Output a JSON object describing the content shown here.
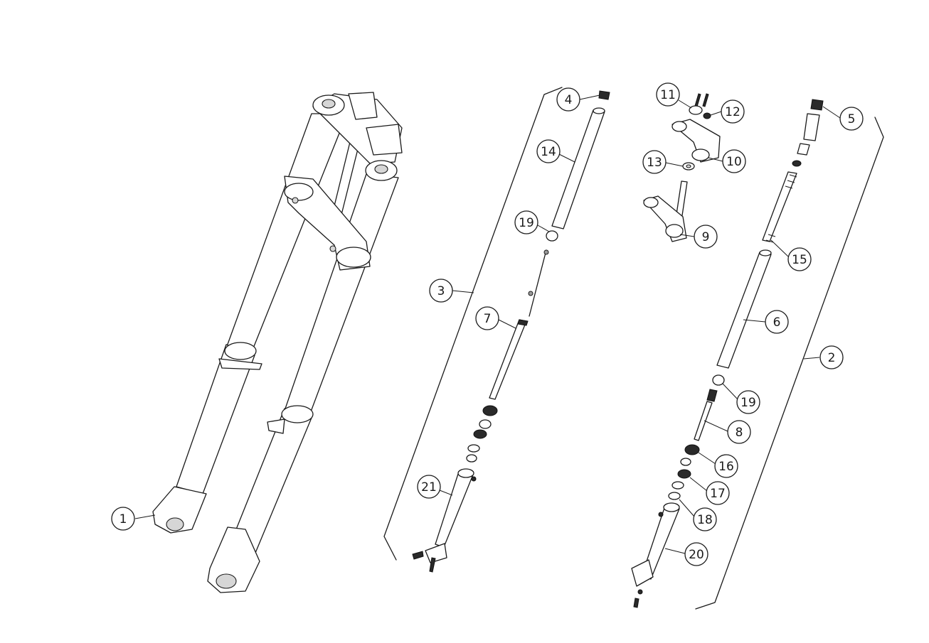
{
  "diagram": {
    "callouts": [
      {
        "id": "c1",
        "label": "1"
      },
      {
        "id": "c2",
        "label": "2"
      },
      {
        "id": "c3",
        "label": "3"
      },
      {
        "id": "c4",
        "label": "4"
      },
      {
        "id": "c5",
        "label": "5"
      },
      {
        "id": "c6",
        "label": "6"
      },
      {
        "id": "c7",
        "label": "7"
      },
      {
        "id": "c8",
        "label": "8"
      },
      {
        "id": "c9",
        "label": "9"
      },
      {
        "id": "c10",
        "label": "10"
      },
      {
        "id": "c11",
        "label": "11"
      },
      {
        "id": "c12",
        "label": "12"
      },
      {
        "id": "c13",
        "label": "13"
      },
      {
        "id": "c14",
        "label": "14"
      },
      {
        "id": "c15",
        "label": "15"
      },
      {
        "id": "c16",
        "label": "16"
      },
      {
        "id": "c17",
        "label": "17"
      },
      {
        "id": "c18",
        "label": "18"
      },
      {
        "id": "c19a",
        "label": "19"
      },
      {
        "id": "c19b",
        "label": "19"
      },
      {
        "id": "c20",
        "label": "20"
      },
      {
        "id": "c21",
        "label": "21"
      }
    ]
  }
}
